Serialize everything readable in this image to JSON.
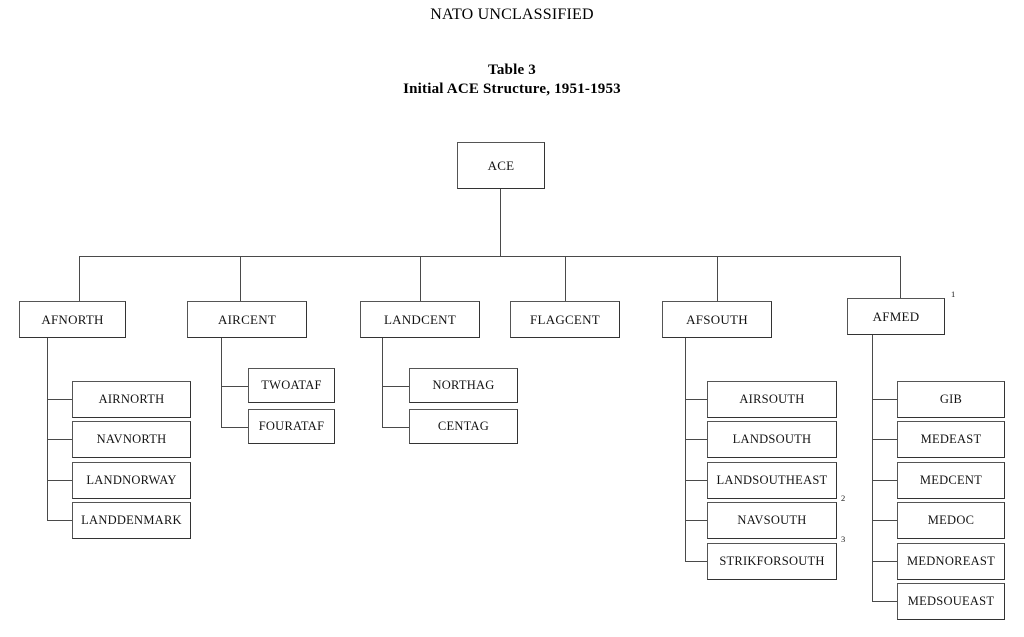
{
  "header": {
    "classification": "NATO UNCLASSIFIED",
    "table_label": "Table 3",
    "table_title": "Initial ACE Structure, 1951-1953"
  },
  "chart_data": {
    "type": "diagram",
    "subtype": "organizational-hierarchy-tree",
    "title": "Initial ACE Structure, 1951-1953",
    "root": "ACE",
    "nodes": [
      {
        "id": "ace",
        "label": "ACE",
        "tier": 1,
        "parent": null
      },
      {
        "id": "afnorth",
        "label": "AFNORTH",
        "tier": 2,
        "parent": "ace"
      },
      {
        "id": "aircent",
        "label": "AIRCENT",
        "tier": 2,
        "parent": "ace"
      },
      {
        "id": "landcent",
        "label": "LANDCENT",
        "tier": 2,
        "parent": "ace"
      },
      {
        "id": "flagcent",
        "label": "FLAGCENT",
        "tier": 2,
        "parent": "ace"
      },
      {
        "id": "afsouth",
        "label": "AFSOUTH",
        "tier": 2,
        "parent": "ace"
      },
      {
        "id": "afmed",
        "label": "AFMED",
        "tier": 2,
        "parent": "ace",
        "footnote": "1"
      },
      {
        "id": "airnorth",
        "label": "AIRNORTH",
        "tier": 3,
        "parent": "afnorth"
      },
      {
        "id": "navnorth",
        "label": "NAVNORTH",
        "tier": 3,
        "parent": "afnorth"
      },
      {
        "id": "landnorway",
        "label": "LANDNORWAY",
        "tier": 3,
        "parent": "afnorth"
      },
      {
        "id": "landdenmark",
        "label": "LANDDENMARK",
        "tier": 3,
        "parent": "afnorth"
      },
      {
        "id": "twoataf",
        "label": "TWOATAF",
        "tier": 3,
        "parent": "aircent"
      },
      {
        "id": "fourataf",
        "label": "FOURATAF",
        "tier": 3,
        "parent": "aircent"
      },
      {
        "id": "northag",
        "label": "NORTHAG",
        "tier": 3,
        "parent": "landcent"
      },
      {
        "id": "centag",
        "label": "CENTAG",
        "tier": 3,
        "parent": "landcent"
      },
      {
        "id": "airsouth",
        "label": "AIRSOUTH",
        "tier": 3,
        "parent": "afsouth"
      },
      {
        "id": "landsouth",
        "label": "LANDSOUTH",
        "tier": 3,
        "parent": "afsouth"
      },
      {
        "id": "landsoutheast",
        "label": "LANDSOUTHEAST",
        "tier": 3,
        "parent": "afsouth",
        "footnote": "2"
      },
      {
        "id": "navsouth",
        "label": "NAVSOUTH",
        "tier": 3,
        "parent": "afsouth",
        "footnote": "3"
      },
      {
        "id": "strikforsouth",
        "label": "STRIKFORSOUTH",
        "tier": 3,
        "parent": "afsouth"
      },
      {
        "id": "gib",
        "label": "GIB",
        "tier": 3,
        "parent": "afmed"
      },
      {
        "id": "medeast",
        "label": "MEDEAST",
        "tier": 3,
        "parent": "afmed"
      },
      {
        "id": "medcent",
        "label": "MEDCENT",
        "tier": 3,
        "parent": "afmed"
      },
      {
        "id": "medoc",
        "label": "MEDOC",
        "tier": 3,
        "parent": "afmed"
      },
      {
        "id": "mednoreast",
        "label": "MEDNOREAST",
        "tier": 3,
        "parent": "afmed"
      },
      {
        "id": "medsoueast",
        "label": "MEDSOUEAST",
        "tier": 3,
        "parent": "afmed"
      }
    ],
    "footnote_markers": [
      "1",
      "2",
      "3"
    ],
    "colors": {
      "background": "#ffffff",
      "box_border": "#555555",
      "connector": "#4a4a4a",
      "text": "#121212"
    }
  }
}
